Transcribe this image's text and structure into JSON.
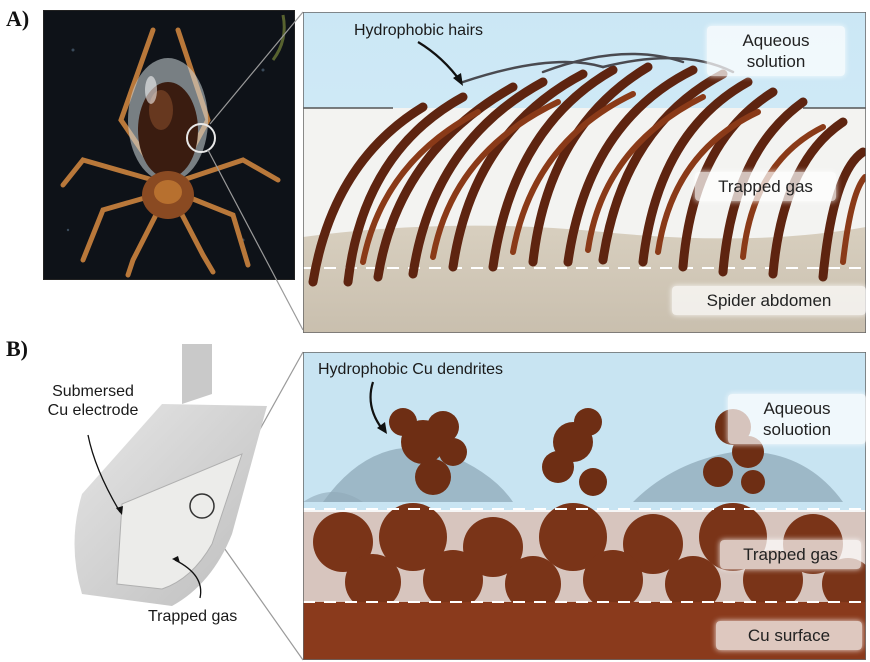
{
  "panel_a": {
    "letter": "A)",
    "callout_hairs": "Hydrophobic hairs",
    "label_aqueous_line1": "Aqueous",
    "label_aqueous_line2": "solution",
    "label_trapped_gas": "Trapped gas",
    "label_spider_abdomen": "Spider abdomen",
    "colors": {
      "water": "#c9e6f4",
      "hair": "#6b2a10",
      "gas": "#f4f4f2",
      "abdomen": "#d9d0c0"
    }
  },
  "panel_b": {
    "letter": "B)",
    "callout_dendrites": "Hydrophobic Cu dendrites",
    "label_electrode_line1": "Submersed",
    "label_electrode_line2": "Cu electrode",
    "label_trapped_gas_left": "Trapped gas",
    "label_aqueous_line1": "Aqueous",
    "label_aqueous_line2": "soluotion",
    "label_trapped_gas": "Trapped gas",
    "label_cu_surface": "Cu  surface",
    "colors": {
      "water": "#c6e3f1",
      "dendrite": "#7a3418",
      "surface": "#8a3a1c"
    }
  }
}
